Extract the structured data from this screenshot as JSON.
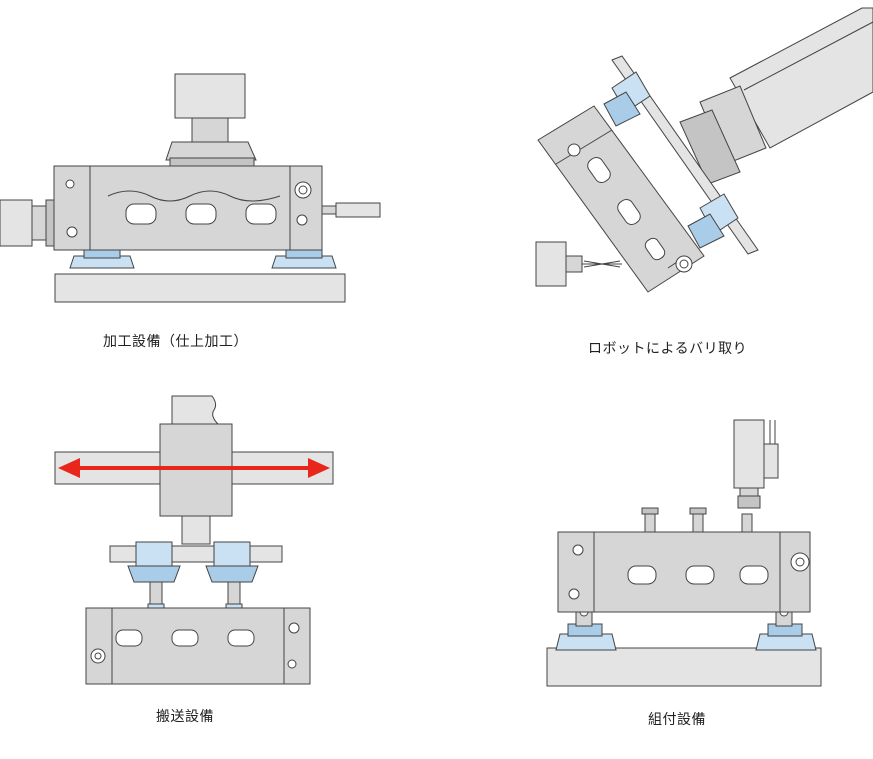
{
  "panels": [
    {
      "id": "machining",
      "caption": "加工設備（仕上加工）"
    },
    {
      "id": "robot-deburring",
      "caption": "ロボットによるバリ取り"
    },
    {
      "id": "transfer",
      "caption": "搬送設備"
    },
    {
      "id": "assembly",
      "caption": "組付設備"
    }
  ],
  "colors": {
    "metal": "#d6d6d6",
    "fixture_blue": "#c9e1f2",
    "arrow_red": "#e8261c"
  }
}
